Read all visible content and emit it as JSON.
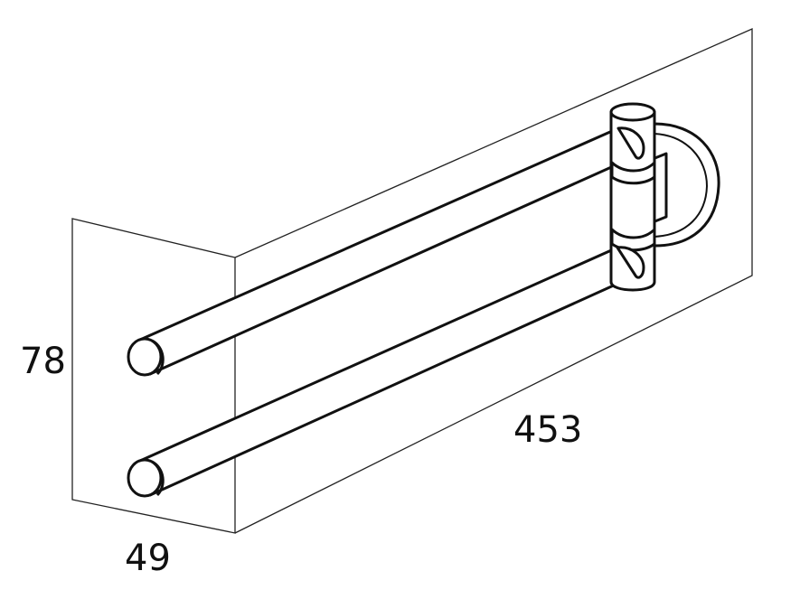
{
  "dimensions": {
    "height": "78",
    "length": "453",
    "depth": "49"
  },
  "colors": {
    "stroke": "#111111",
    "box_stroke": "#222222",
    "background": "#ffffff"
  }
}
